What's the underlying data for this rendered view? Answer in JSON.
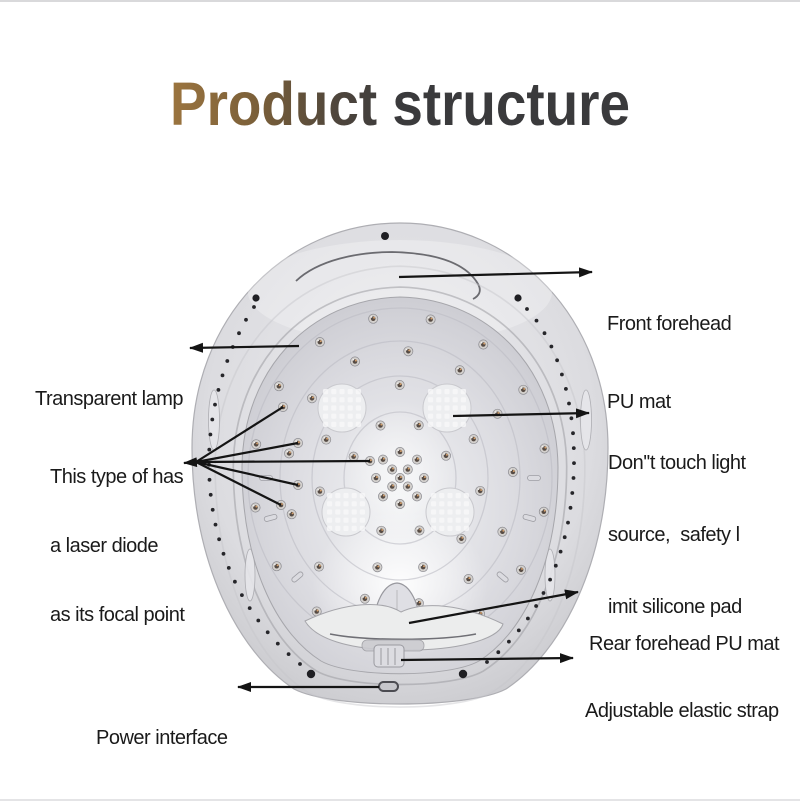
{
  "title": {
    "text": "Product structure"
  },
  "colors": {
    "title_brown": "#9c753f",
    "title_brown_mid": "#7a5f39",
    "title_dark": "#3a3a3c",
    "label_text": "#1a1a1a",
    "arrow": "#141414",
    "shell_gray": "#d9d9dd",
    "dome_gray": "#dedee3",
    "pad_white": "#eef0f2",
    "background": "#ffffff"
  },
  "annotations": {
    "front_pu_mat": {
      "lines": [
        "Front forehead",
        "PU mat"
      ]
    },
    "transparent_lamp": {
      "lines": [
        "Transparent lamp"
      ]
    },
    "laser_diode": {
      "lines": [
        "This type of has",
        "a laser diode",
        "as its focal point"
      ]
    },
    "light_source": {
      "lines": [
        "Don''t touch light",
        "source,  safety l",
        "imit silicone pad"
      ]
    },
    "rear_pu_mat": {
      "lines": [
        "Rear forehead PU mat"
      ]
    },
    "strap": {
      "lines": [
        "Adjustable elastic strap"
      ]
    },
    "power": {
      "lines": [
        "Power interface"
      ]
    }
  }
}
